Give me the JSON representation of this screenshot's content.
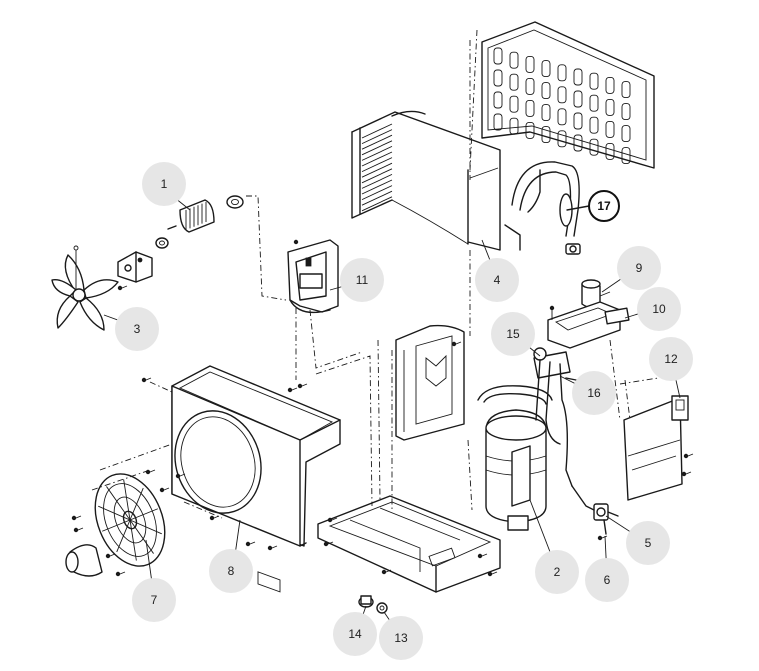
{
  "callouts": [
    {
      "id": "c1",
      "label": "1"
    },
    {
      "id": "c2",
      "label": "2"
    },
    {
      "id": "c3",
      "label": "3"
    },
    {
      "id": "c4",
      "label": "4"
    },
    {
      "id": "c5",
      "label": "5"
    },
    {
      "id": "c6",
      "label": "6"
    },
    {
      "id": "c7",
      "label": "7"
    },
    {
      "id": "c8",
      "label": "8"
    },
    {
      "id": "c9",
      "label": "9"
    },
    {
      "id": "c10",
      "label": "10"
    },
    {
      "id": "c11",
      "label": "11"
    },
    {
      "id": "c12",
      "label": "12"
    },
    {
      "id": "c13",
      "label": "13"
    },
    {
      "id": "c14",
      "label": "14"
    },
    {
      "id": "c15",
      "label": "15"
    },
    {
      "id": "c16",
      "label": "16"
    },
    {
      "id": "c17",
      "label": "17"
    }
  ],
  "colors": {
    "line": "#1a1a1a",
    "callout_fill": "#e6e6e6",
    "callout_text": "#222222"
  }
}
